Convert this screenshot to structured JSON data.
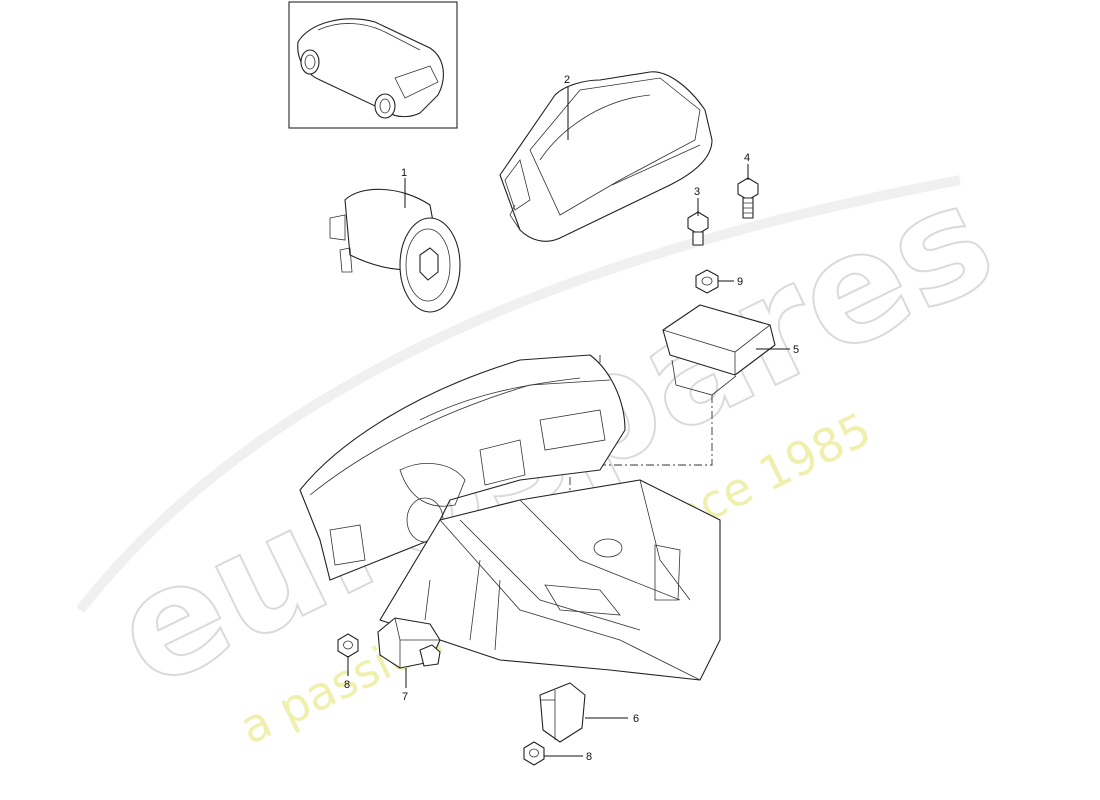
{
  "callouts": {
    "c1": "1",
    "c2": "2",
    "c3": "3",
    "c4": "4",
    "c5": "5",
    "c6": "6",
    "c7": "7",
    "c8a": "8",
    "c8b": "8",
    "c9": "9"
  },
  "watermark": {
    "brand": "eurospares",
    "tagline": "a passion for parts since 1985"
  },
  "colors": {
    "line": "#222222",
    "watermark_outline": "#d6d6d6",
    "watermark_tagline": "#eeeea0"
  }
}
